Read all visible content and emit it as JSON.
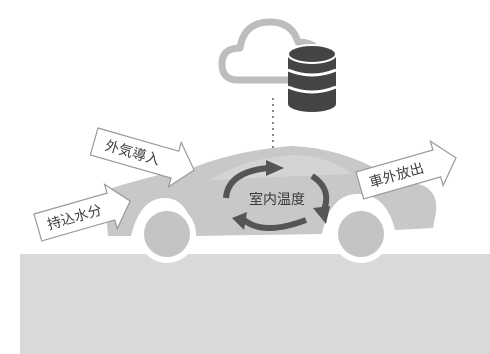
{
  "labels": {
    "outside_air_intake": "外気導入",
    "moisture_brought_in": "持込水分",
    "cabin_temperature": "室内温度",
    "exhaust_out": "車外放出"
  },
  "colors": {
    "ground": "#d9d9d9",
    "car_body": "#c8c8c8",
    "cabin_highlight": "#d4d4d4",
    "wheel": "#c4c4c4",
    "circulation_arrow": "#555555",
    "arrow_outline": "#999999",
    "cloud_outline": "#bdbdbd",
    "database": "#444444",
    "dotted_link": "#888888"
  },
  "icons": [
    "cloud-icon",
    "database-icon"
  ]
}
